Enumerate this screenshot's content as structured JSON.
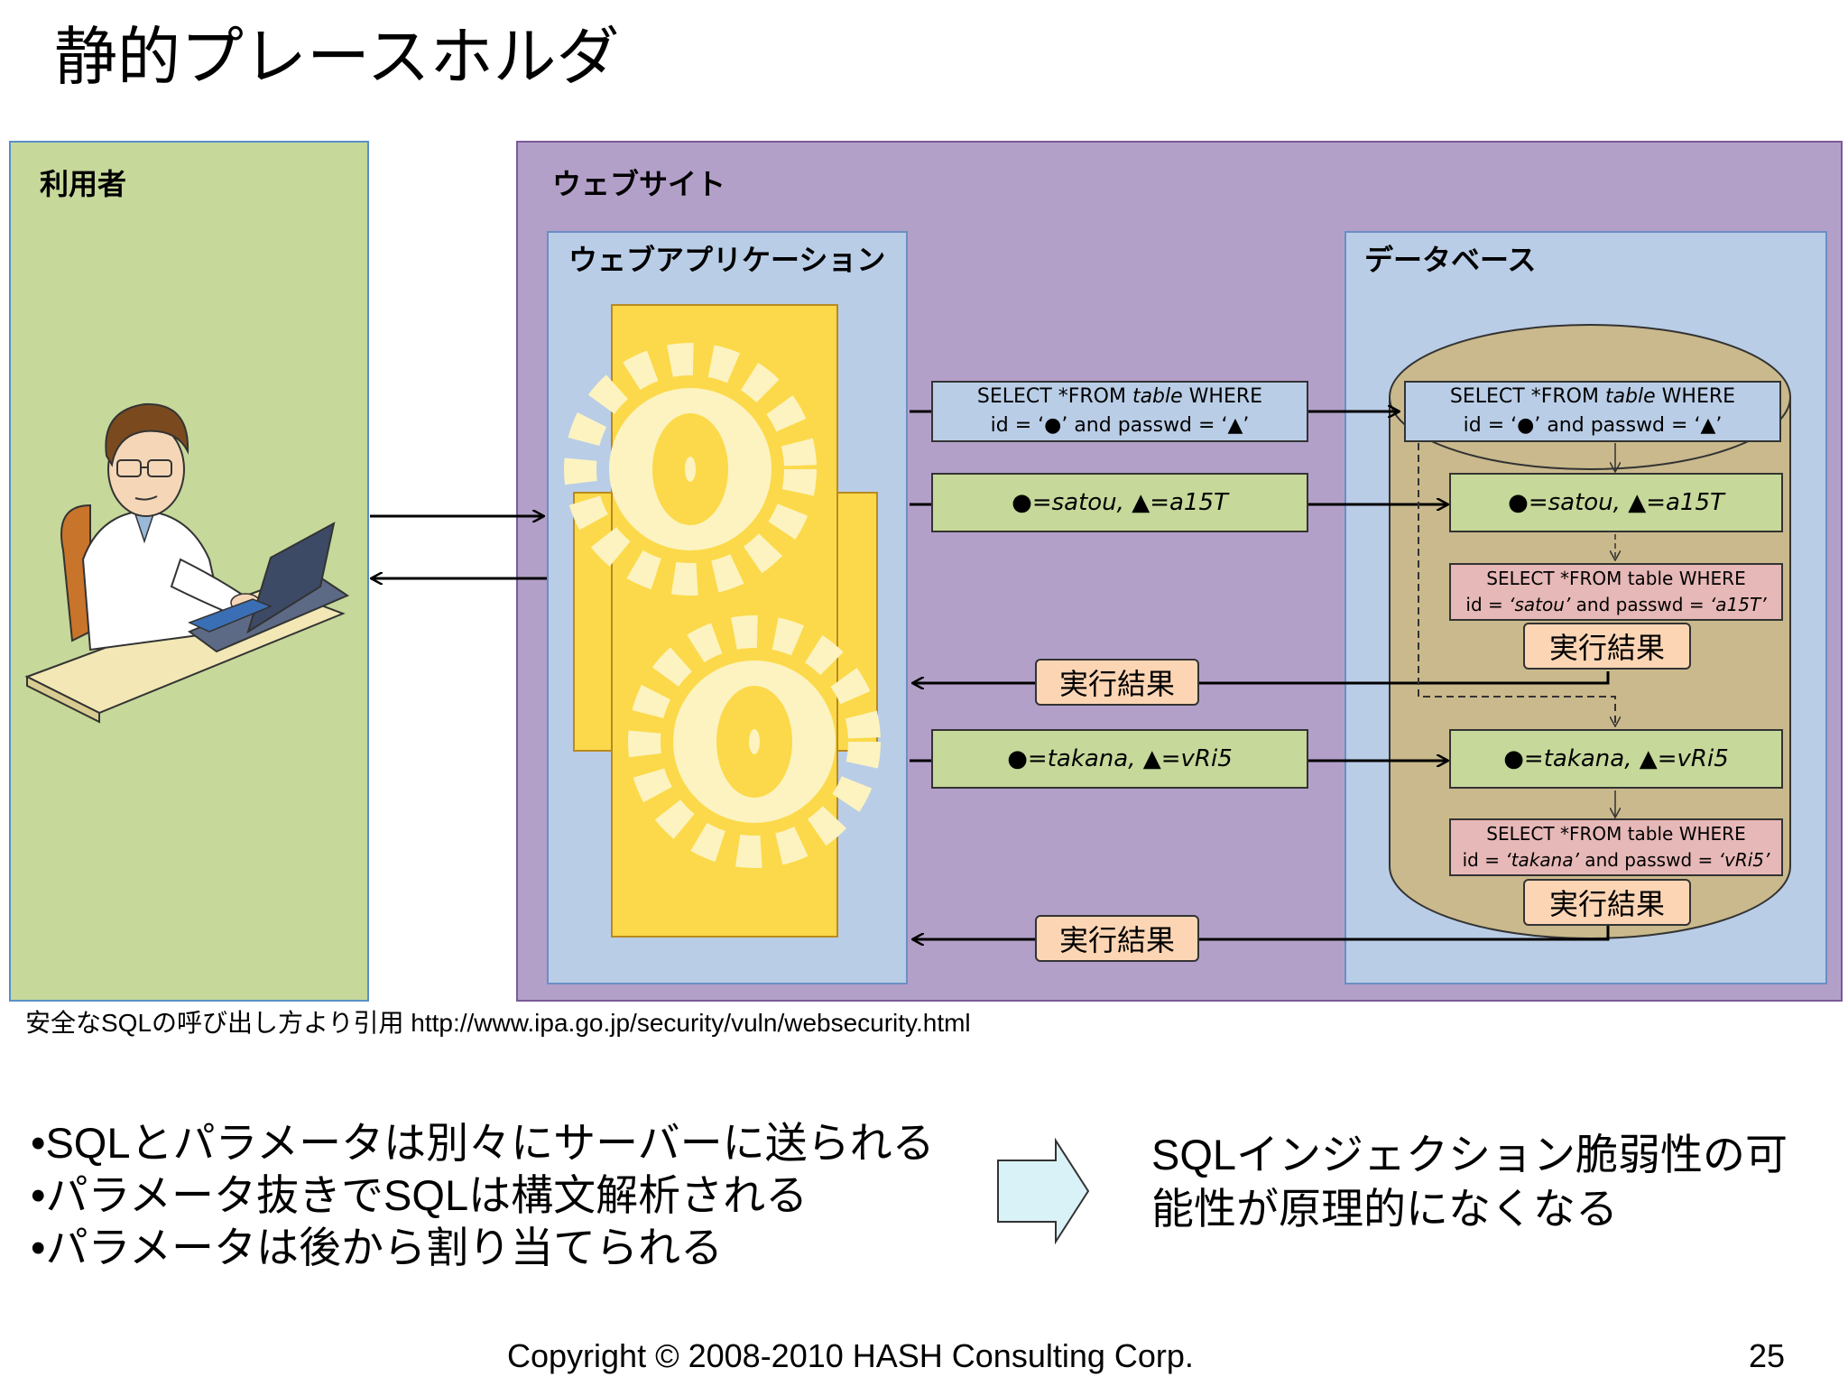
{
  "slide": {
    "title": "静的プレースホルダ",
    "citation": "安全なSQLの呼び出し方より引用 http://www.ipa.go.jp/security/vuln/websecurity.html",
    "bullets": [
      "•SQLとパラメータは別々にサーバーに送られる",
      "•パラメータ抜きでSQLは構文解析される",
      "•パラメータは後から割り当てられる"
    ],
    "conclusion": [
      "SQLインジェクション脆弱性の可",
      "能性が原理的になくなる"
    ],
    "copyright": "Copyright © 2008-2010 HASH Consulting Corp.",
    "page_number": "25"
  },
  "diagram": {
    "user_label": "利用者",
    "website_label": "ウェブサイト",
    "app_label": "ウェブアプリケーション",
    "db_label": "データベース",
    "sql_template": {
      "line1_prefix": "SELECT *FROM ",
      "line1_table": "table",
      "line1_suffix": " WHERE",
      "line2": "id = ‘●’ and passwd = ‘▲’"
    },
    "params1": {
      "circle": "●",
      "circle_value": "=satou, ",
      "triangle": "▲",
      "triangle_value": "=a15T"
    },
    "params2": {
      "circle": "●",
      "circle_value": "=takana, ",
      "triangle": "▲",
      "triangle_value": "=vRi5"
    },
    "exec_sql_1": {
      "line1": "SELECT *FROM table WHERE",
      "line2_a": "id = ",
      "line2_b": "‘satou’",
      "line2_c": " and passwd = ",
      "line2_d": "‘a15T’"
    },
    "exec_sql_2": {
      "line1": "SELECT *FROM table WHERE",
      "line2_a": "id = ",
      "line2_b": "‘takana’",
      "line2_c": " and passwd = ",
      "line2_d": "‘vRi5’"
    },
    "result_label": "実行結果"
  },
  "colors": {
    "user_panel": "#c6d89a",
    "website_panel": "#b3a0c9",
    "inner_panel": "#b9cde6",
    "db_cylinder": "#c9b98c",
    "gear_block": "#fcd94a",
    "gear": "#fcf3c0",
    "result_box": "#fcd5b4",
    "exec_sql_box": "#e6b8b7",
    "param_box": "#c6d89a"
  }
}
